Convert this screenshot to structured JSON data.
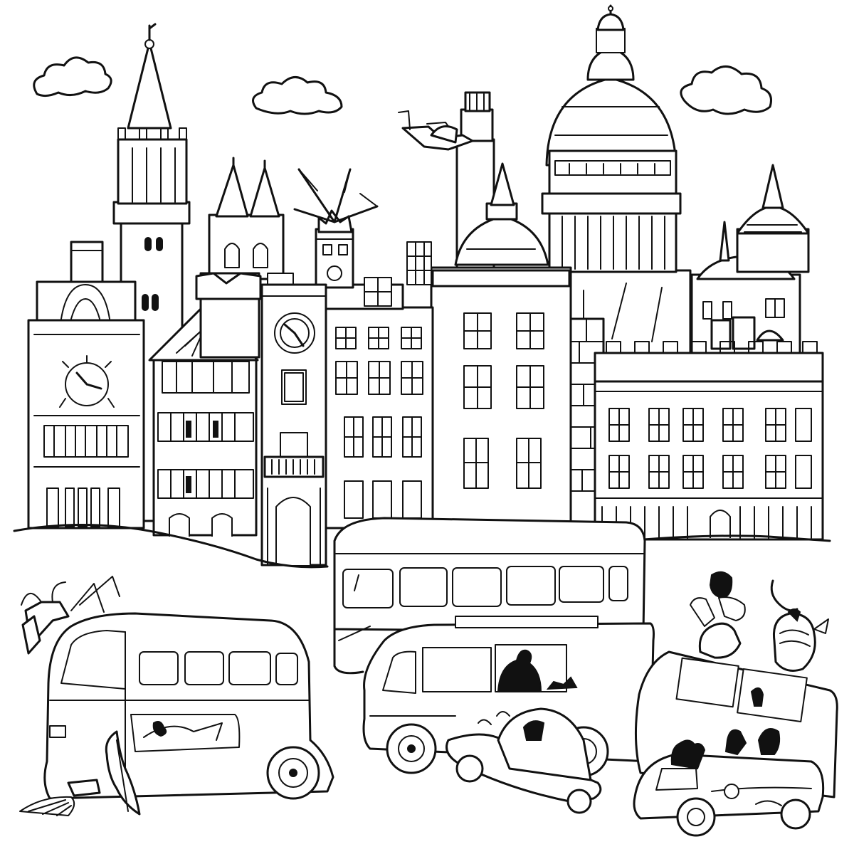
{
  "scene": {
    "style": "black-and-white line drawing (coloring page)",
    "colors": {
      "ink": "#111111",
      "paper": "#ffffff"
    },
    "skyline": [
      "clock-tower-building",
      "gothic-spire-tower",
      "twin-spire-church",
      "windmill-tower",
      "timber-frame-house",
      "clock-tower",
      "apartment-block",
      "small-dome-building",
      "crane-chimney",
      "large-dome-cathedral",
      "right-palace",
      "brick-building"
    ],
    "vehicles": [
      "left-bus",
      "double-decker-bus",
      "middle-bus",
      "tilted-car",
      "right-bus",
      "small-car"
    ],
    "clouds": 3
  }
}
